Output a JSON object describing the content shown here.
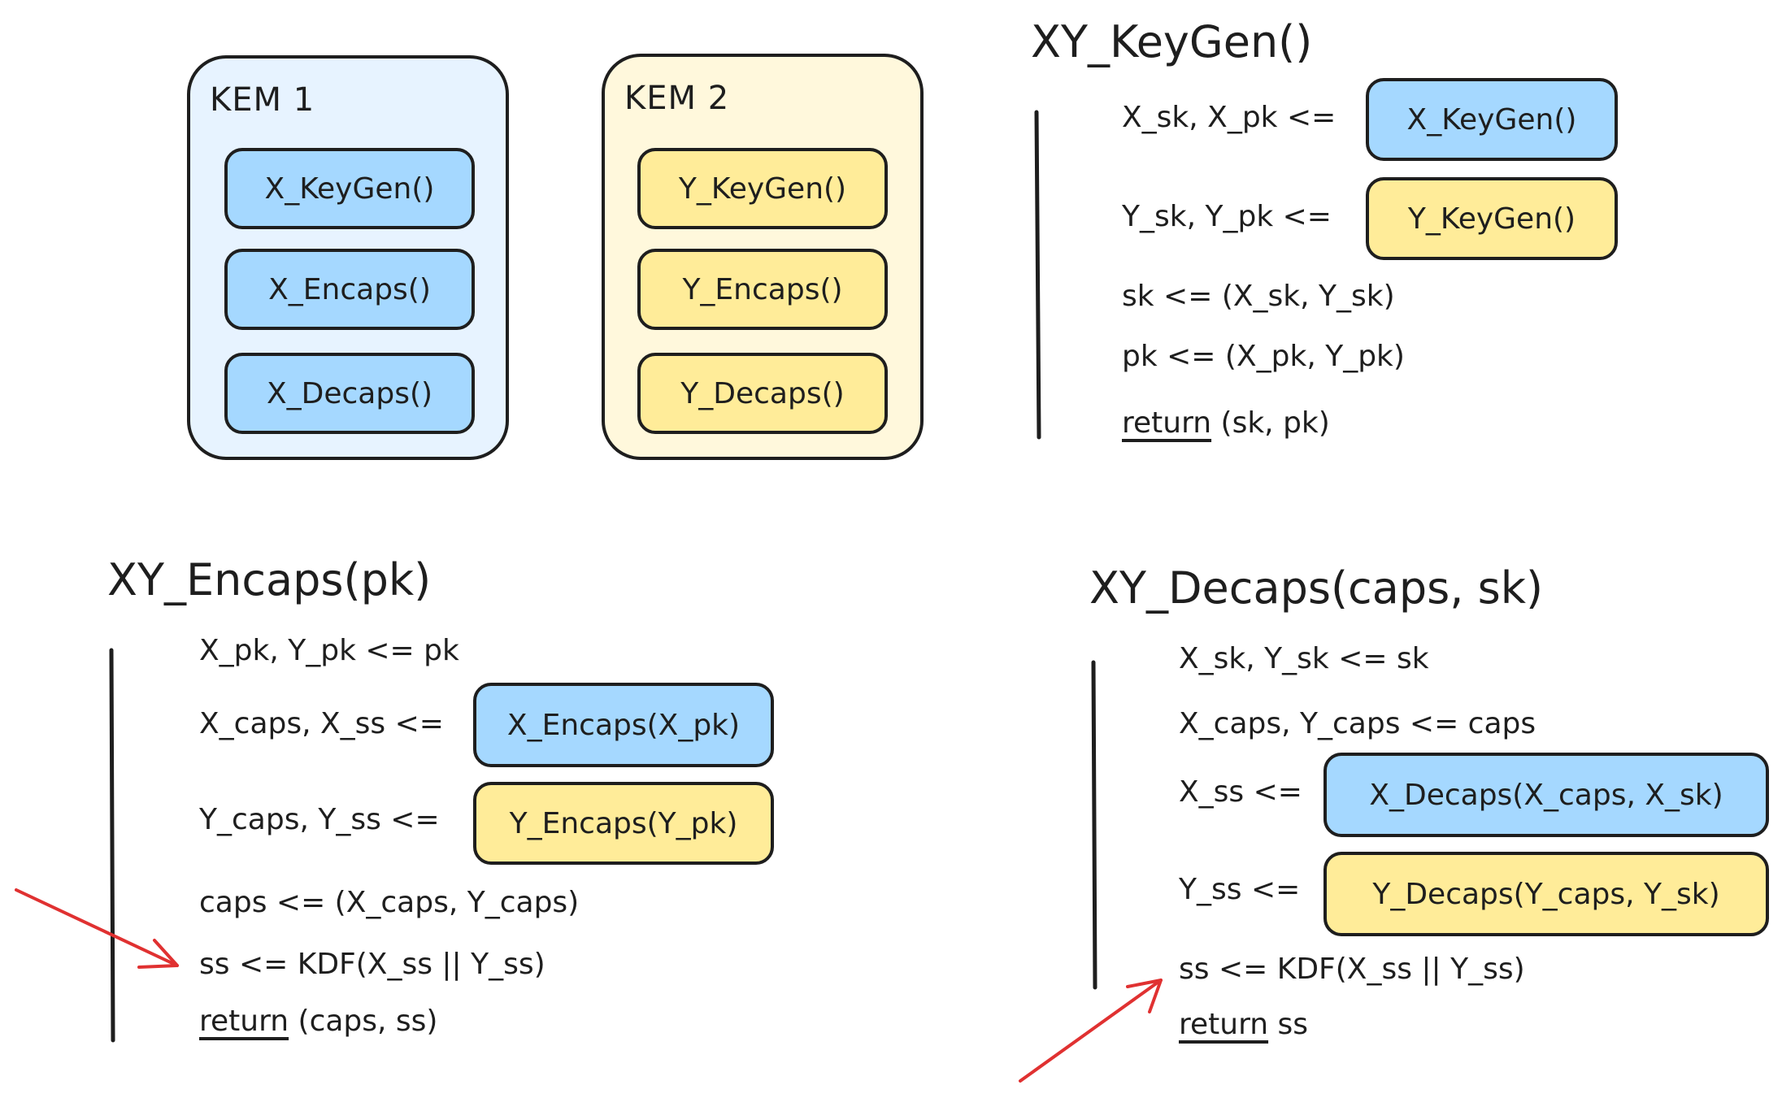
{
  "kem1": {
    "title": "KEM 1",
    "items": [
      "X_KeyGen()",
      "X_Encaps()",
      "X_Decaps()"
    ]
  },
  "kem2": {
    "title": "KEM 2",
    "items": [
      "Y_KeyGen()",
      "Y_Encaps()",
      "Y_Decaps()"
    ]
  },
  "keygen": {
    "title": "XY_KeyGen()",
    "line1": {
      "lhs": "X_sk, X_pk <=",
      "box": "X_KeyGen()"
    },
    "line2": {
      "lhs": "Y_sk, Y_pk <=",
      "box": "Y_KeyGen()"
    },
    "line3": "sk <= (X_sk, Y_sk)",
    "line4": "pk <= (X_pk, Y_pk)",
    "return_kw": "return",
    "return_rest": "(sk, pk)"
  },
  "encaps": {
    "title": "XY_Encaps(pk)",
    "line1": "X_pk, Y_pk <= pk",
    "line2": {
      "lhs": "X_caps, X_ss <=",
      "box": "X_Encaps(X_pk)"
    },
    "line3": {
      "lhs": "Y_caps, Y_ss <=",
      "box": "Y_Encaps(Y_pk)"
    },
    "line4": "caps <= (X_caps, Y_caps)",
    "line5": "ss <= KDF(X_ss || Y_ss)",
    "return_kw": "return",
    "return_rest": "(caps, ss)"
  },
  "decaps": {
    "title": "XY_Decaps(caps, sk)",
    "line1": "X_sk, Y_sk <= sk",
    "line2": "X_caps, Y_caps <= caps",
    "line3": {
      "lhs": "X_ss <=",
      "box": "X_Decaps(X_caps, X_sk)"
    },
    "line4": {
      "lhs": "Y_ss <=",
      "box": "Y_Decaps(Y_caps, Y_sk)"
    },
    "line5": "ss <= KDF(X_ss || Y_ss)",
    "return_kw": "return",
    "return_rest": "ss"
  },
  "colors": {
    "blue_fill": "#a5d8ff",
    "yellow_fill": "#ffec99",
    "blue_bg": "#e7f3ff",
    "yellow_bg": "#fff8dc",
    "arrow": "#e03131"
  }
}
